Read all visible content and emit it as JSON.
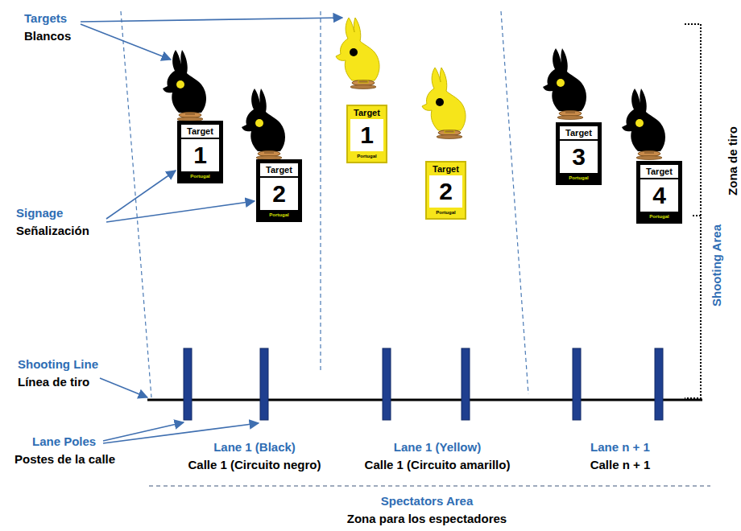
{
  "diagram": {
    "nodes": [
      {
        "text": [
          "Target",
          "1",
          "Portugal"
        ]
      },
      {
        "text": [
          "Target",
          "2",
          "Portugal"
        ]
      },
      {
        "text": [
          "Target",
          "1",
          "Portugal"
        ]
      },
      {
        "text": [
          "Target",
          "2",
          "Portugal"
        ]
      },
      {
        "text": [
          "Target",
          "3",
          "Portugal"
        ]
      },
      {
        "text": [
          "Target",
          "4",
          "Portugal"
        ]
      }
    ],
    "labels": [
      "Targets",
      "Blancos",
      "Signage",
      "Señalización",
      "Shooting Line",
      "Línea de tiro",
      "Lane Poles",
      "Postes de la calle",
      "Lane 1 (Black)",
      "Calle 1 (Circuito negro)",
      "Lane 1 (Yellow)",
      "Calle 1 (Circuito amarillo)",
      "Lane n + 1",
      "Calle n + 1",
      "Spectators Area",
      "Zona para los espectadores",
      "Shooting Area",
      "Zona de tiro"
    ]
  }
}
